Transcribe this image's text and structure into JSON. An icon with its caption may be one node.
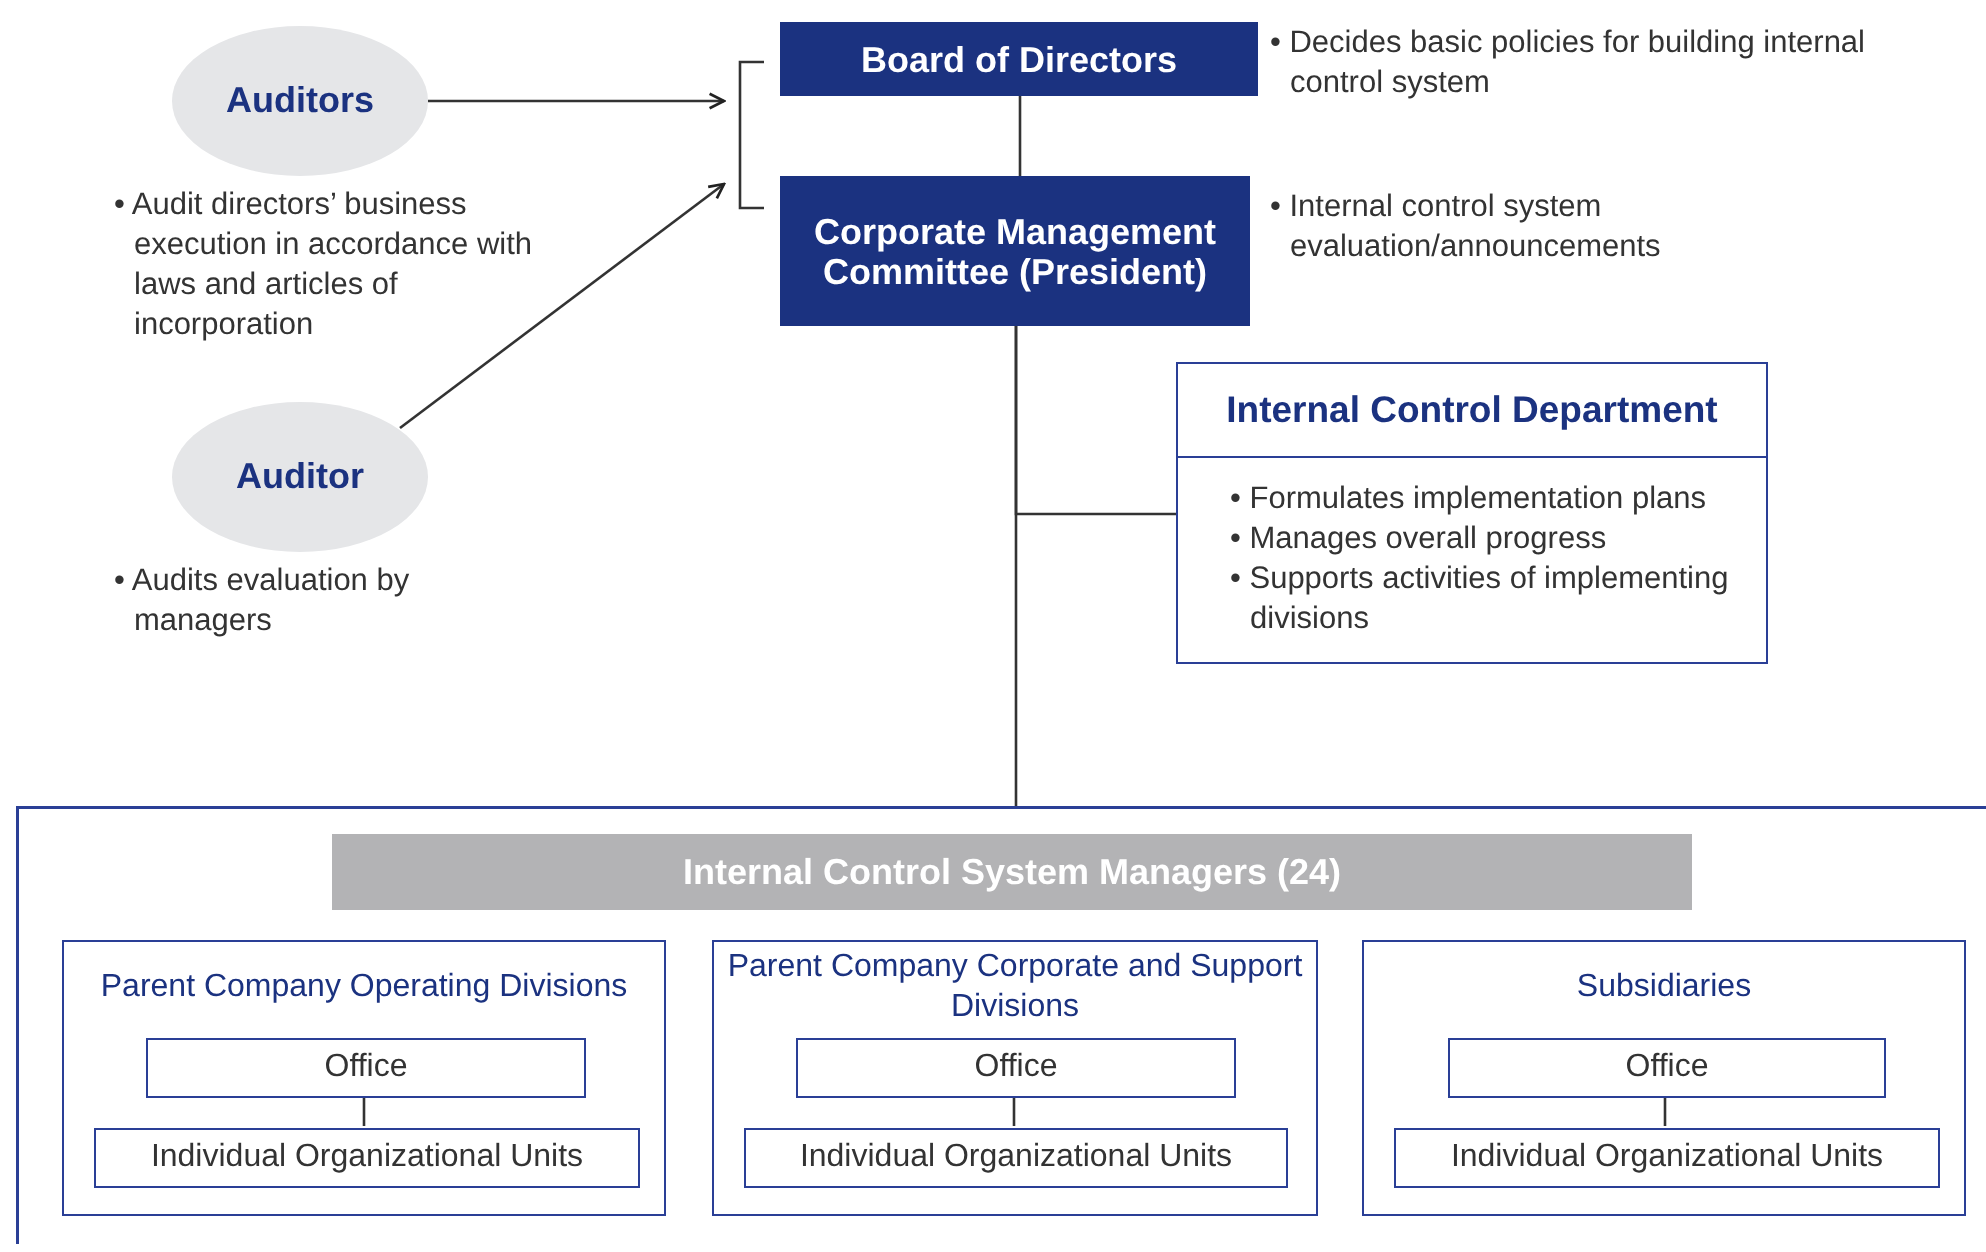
{
  "diagram": {
    "nodes": [
      {
        "text": [
          "Auditors"
        ],
        "beside": [
          "• Audit directors’ business execution in accordance with laws and articles of incorporation"
        ]
      },
      {
        "text": [
          "Auditor"
        ],
        "beside": [
          "• Audits evaluation by managers"
        ]
      },
      {
        "text": [
          "Board of Directors"
        ],
        "beside": [
          "• Decides basic policies for building internal control system"
        ]
      },
      {
        "text": [
          "Corporate Management Committee (President)"
        ],
        "beside": [
          "• Internal control system evaluation/announcements"
        ]
      },
      {
        "text": [
          "Internal Control Department",
          "• Formulates implementation plans",
          "• Manages overall progress",
          "• Supports activities of implementing divisions"
        ]
      },
      {
        "text": [],
        "shape": "box"
      },
      {
        "text": [
          "Internal Control System Managers (24)"
        ],
        "in": 5
      },
      {
        "text": [
          "Parent Company Operating Divisions"
        ],
        "in": 5
      },
      {
        "text": [
          "Office"
        ],
        "in": 7
      },
      {
        "text": [
          "Individual Organizational Units"
        ],
        "in": 7
      },
      {
        "text": [
          "Parent Company Corporate and Support Divisions"
        ],
        "in": 5
      },
      {
        "text": [
          "Office"
        ],
        "in": 10
      },
      {
        "text": [
          "Individual Organizational Units"
        ],
        "in": 10
      },
      {
        "text": [
          "Subsidiaries"
        ],
        "in": 5
      },
      {
        "text": [
          "Office"
        ],
        "in": 13
      },
      {
        "text": [
          "Individual Organizational Units"
        ],
        "in": 13
      }
    ],
    "edges": [
      {
        "from": 0,
        "to": 2,
        "arrow": "to"
      },
      {
        "from": 1,
        "to": 3,
        "arrow": "to"
      },
      {
        "from": 2,
        "to": 3,
        "arrow": "none"
      },
      {
        "from": 3,
        "to": 4,
        "arrow": "none"
      },
      {
        "from": 3,
        "to": 5,
        "arrow": "none"
      },
      {
        "from": 8,
        "to": 9,
        "arrow": "none"
      },
      {
        "from": 11,
        "to": 12,
        "arrow": "none"
      },
      {
        "from": 14,
        "to": 15,
        "arrow": "none"
      }
    ]
  }
}
